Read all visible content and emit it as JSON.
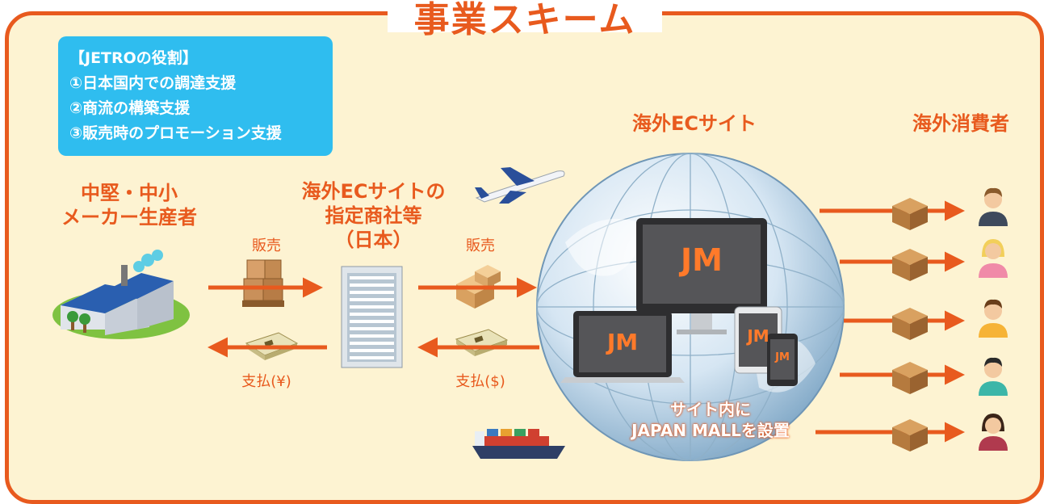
{
  "title": "事業スキーム",
  "role_box": {
    "heading": "【JETROの役割】",
    "items": [
      "①日本国内での調達支援",
      "②商流の構築支援",
      "③販売時のプロモーション支援"
    ]
  },
  "actors": {
    "maker_line1": "中堅・中小",
    "maker_line2": "メーカー生産者",
    "trader_line1": "海外ECサイトの",
    "trader_line2": "指定商社等",
    "trader_line3": "（日本）",
    "ec_site": "海外ECサイト",
    "consumers": "海外消費者"
  },
  "flows": {
    "sale_1": "販売",
    "sale_2": "販売",
    "pay_yen": "支払(¥)",
    "pay_usd": "支払($)"
  },
  "mall_note": {
    "line1": "サイト内に",
    "line2": "JAPAN MALLを設置"
  },
  "device_logo": "JM",
  "colors": {
    "accent": "#e85a1e",
    "background": "#fdf3d2",
    "role_box": "#2fbdef"
  }
}
